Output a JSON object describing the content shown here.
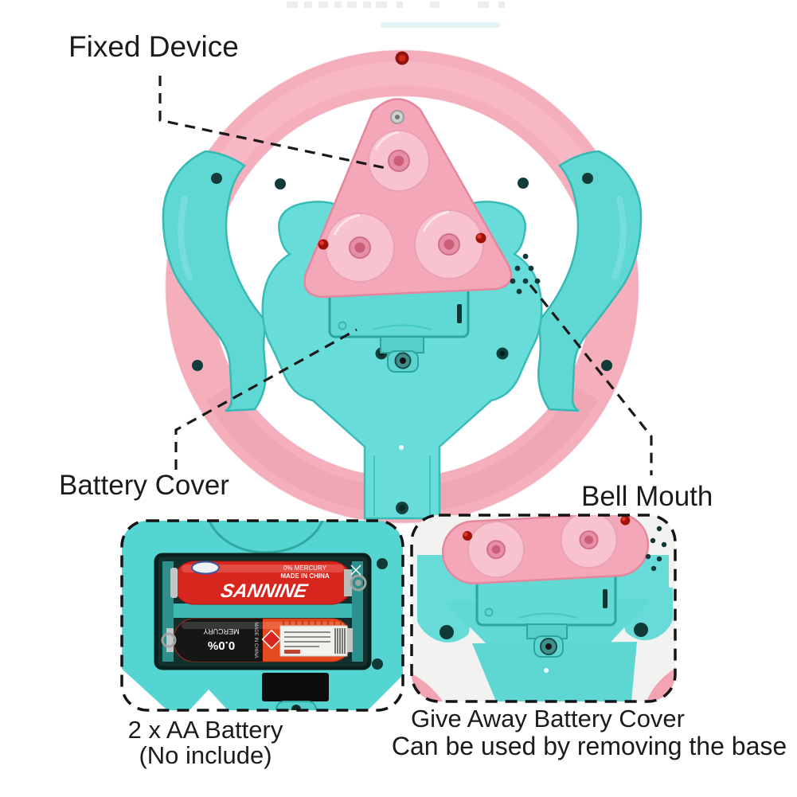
{
  "labels": {
    "fixed_device": "Fixed Device",
    "battery_cover": "Battery Cover",
    "bell_mouth": "Bell Mouth"
  },
  "captions": {
    "battery_count_line1": "2 x AA Battery",
    "battery_count_line2": "(No include)",
    "giveaway_line1": "Give Away Battery Cover",
    "giveaway_line2": "Can be used by removing the base"
  },
  "batteries": {
    "brand": "SANNINE",
    "mercury_note": "0% MERCURY",
    "origin": "MADE IN CHINA",
    "reversed_percent": "0.0%",
    "reversed_word": "MERCURY",
    "reversed_origin": "MADE IN CHINA"
  },
  "colors": {
    "ring_pink": "#f5aebc",
    "body_teal": "#64dad6",
    "triangle_pink": "#f3a7b8",
    "battery_red": "#d7261e",
    "battery_orange": "#e5491e",
    "label_text": "#1b1b1b"
  }
}
